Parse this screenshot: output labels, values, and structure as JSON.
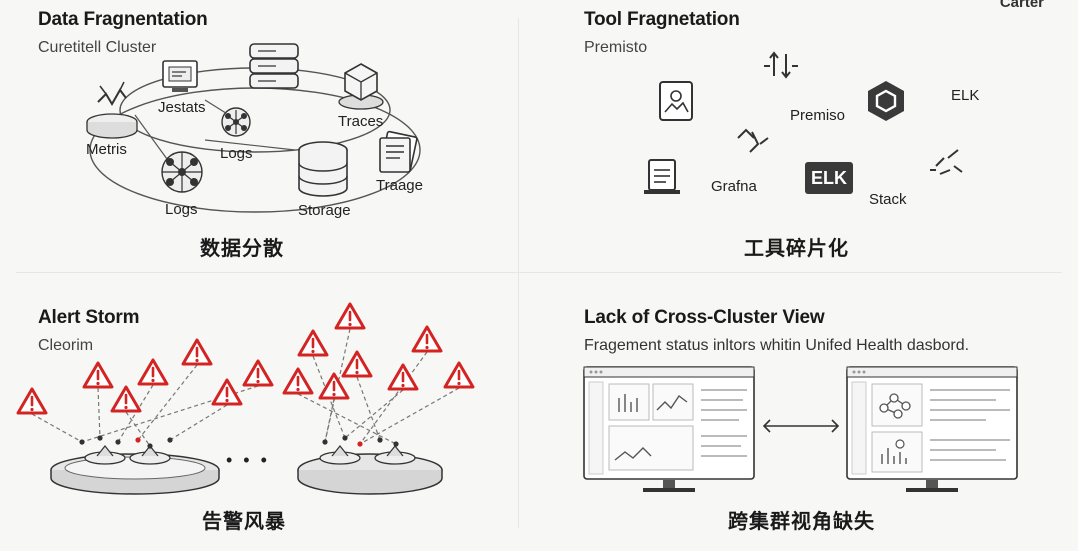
{
  "brand": "Carter",
  "panels": {
    "data_fragmentation": {
      "title": "Data Fragnentation",
      "subtitle": "Curetitell Cluster",
      "caption": "数据分散",
      "labels": [
        "Jestats",
        "Metris",
        "Logs",
        "Logs",
        "Traces",
        "Traage",
        "Storage"
      ]
    },
    "tool_fragmentation": {
      "title": "Tool Fragnetation",
      "subtitle": "Premisto",
      "caption": "工具碎片化",
      "labels": [
        "Premiso",
        "ELK",
        "Grafna",
        "ELK",
        "Stack"
      ]
    },
    "alert_storm": {
      "title": "Alert Storm",
      "subtitle": "Cleorim",
      "caption": "告警风暴",
      "ellipsis": "• • •"
    },
    "cross_cluster": {
      "title": "Lack of Cross-Cluster View",
      "subtitle": "Fragement status inltors whitin Unifed Health dasbord.",
      "caption": "跨集群视角缺失"
    }
  }
}
